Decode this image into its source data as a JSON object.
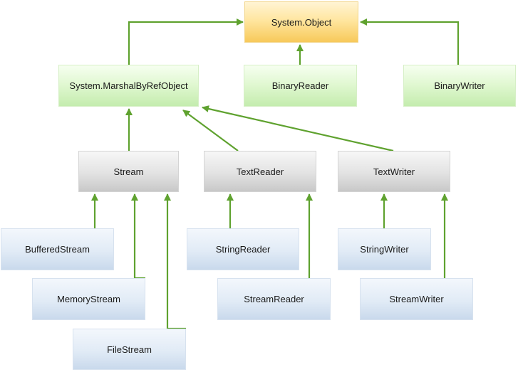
{
  "diagram": {
    "colors": {
      "arrow": "#5fa22f",
      "base_node": "#ffe6a0",
      "level1_node": "#dff7cf",
      "level2_node": "#e2e2e2",
      "leaf_node": "#e1ebf6"
    },
    "nodes": {
      "system_object": "System.Object",
      "marshal_by_ref_object": "System.MarshalByRefObject",
      "binary_reader": "BinaryReader",
      "binary_writer": "BinaryWriter",
      "stream": "Stream",
      "text_reader": "TextReader",
      "text_writer": "TextWriter",
      "buffered_stream": "BufferedStream",
      "memory_stream": "MemoryStream",
      "file_stream": "FileStream",
      "string_reader": "StringReader",
      "stream_reader": "StreamReader",
      "string_writer": "StringWriter",
      "stream_writer": "StreamWriter"
    },
    "edges": [
      {
        "from": "System.MarshalByRefObject",
        "to": "System.Object"
      },
      {
        "from": "BinaryReader",
        "to": "System.Object"
      },
      {
        "from": "BinaryWriter",
        "to": "System.Object"
      },
      {
        "from": "Stream",
        "to": "System.MarshalByRefObject"
      },
      {
        "from": "TextReader",
        "to": "System.MarshalByRefObject"
      },
      {
        "from": "TextWriter",
        "to": "System.MarshalByRefObject"
      },
      {
        "from": "BufferedStream",
        "to": "Stream"
      },
      {
        "from": "MemoryStream",
        "to": "Stream"
      },
      {
        "from": "FileStream",
        "to": "Stream"
      },
      {
        "from": "StringReader",
        "to": "TextReader"
      },
      {
        "from": "StreamReader",
        "to": "TextReader"
      },
      {
        "from": "StringWriter",
        "to": "TextWriter"
      },
      {
        "from": "StreamWriter",
        "to": "TextWriter"
      }
    ]
  }
}
